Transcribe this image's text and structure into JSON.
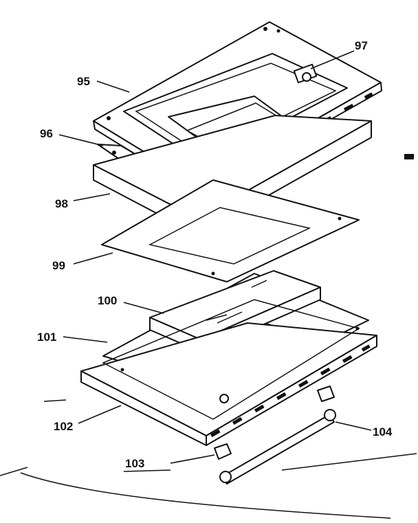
{
  "diagram": {
    "callouts": [
      {
        "id": "95",
        "label": "95"
      },
      {
        "id": "96",
        "label": "96"
      },
      {
        "id": "97",
        "label": "97"
      },
      {
        "id": "98",
        "label": "98"
      },
      {
        "id": "99",
        "label": "99"
      },
      {
        "id": "100",
        "label": "100"
      },
      {
        "id": "101",
        "label": "101"
      },
      {
        "id": "102",
        "label": "102"
      },
      {
        "id": "103",
        "label": "103"
      },
      {
        "id": "104",
        "label": "104"
      }
    ]
  }
}
